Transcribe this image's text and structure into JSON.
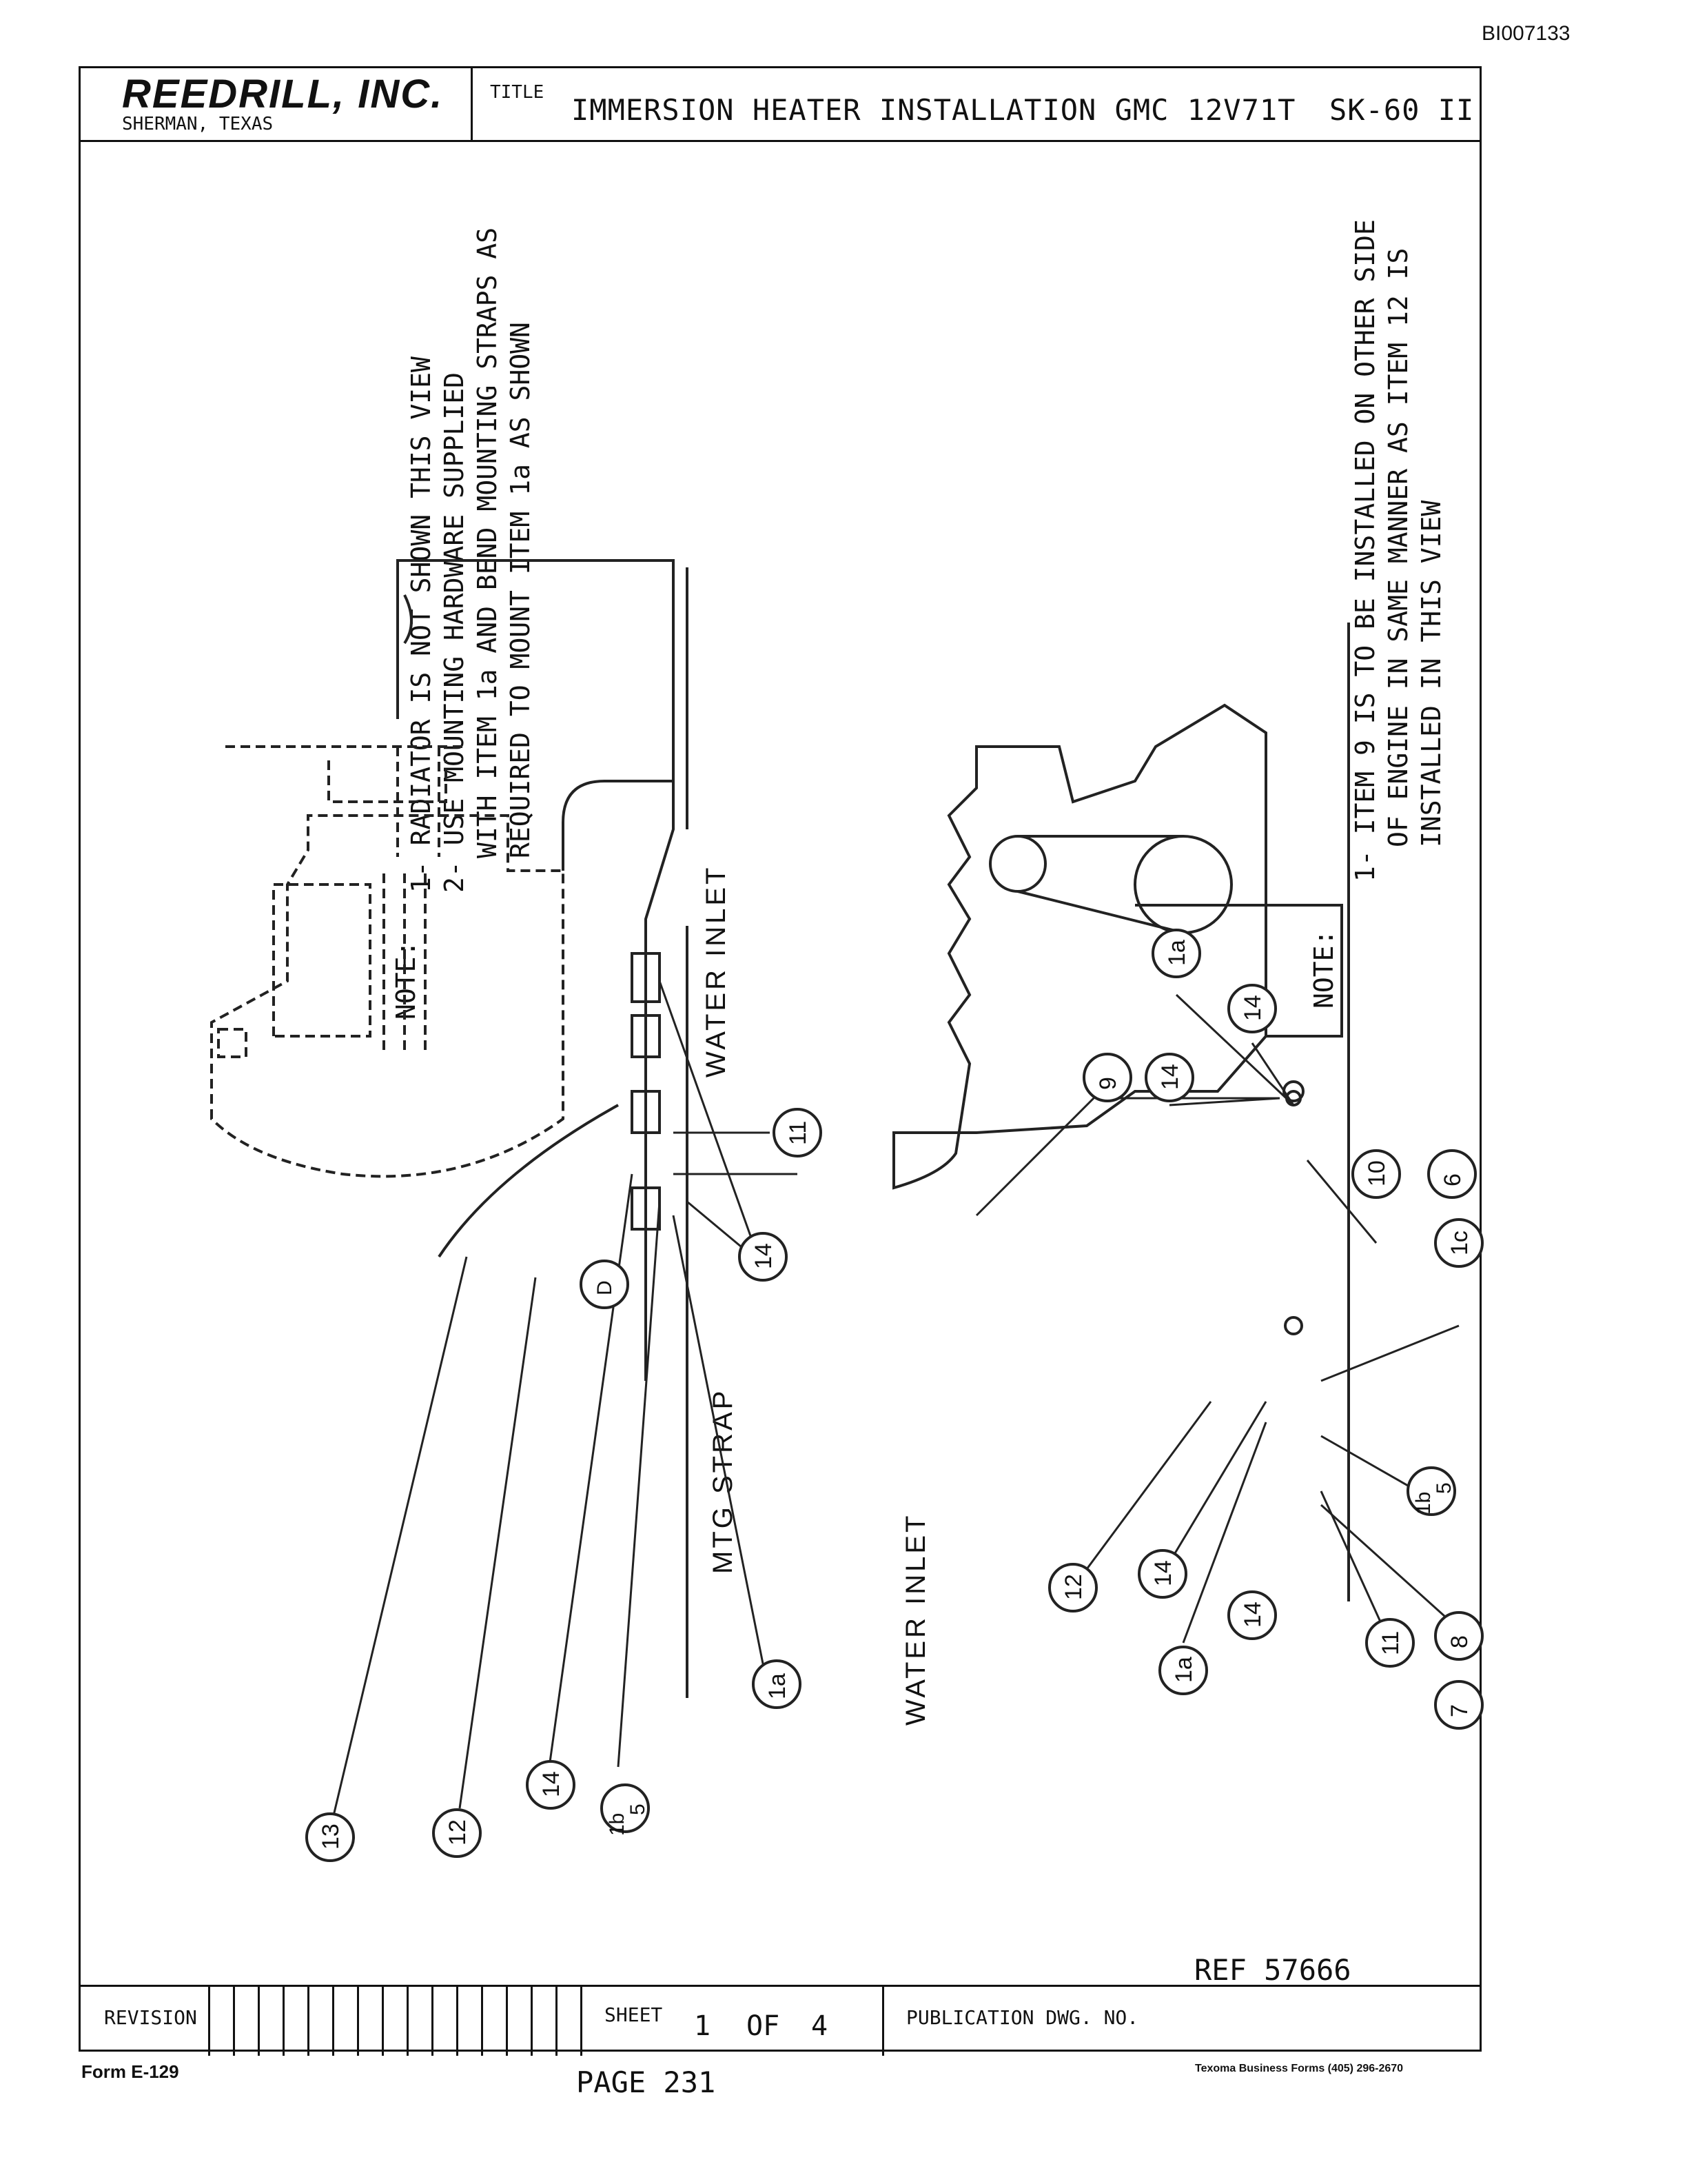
{
  "doc_id": "BI007133",
  "company": {
    "name": "REEDRILL, INC.",
    "location": "SHERMAN, TEXAS"
  },
  "title_block": {
    "label": "TITLE",
    "text": "IMMERSION HEATER INSTALLATION GMC 12V71T",
    "sk": "SK-60 II"
  },
  "notes_left": {
    "heading": "NOTE:",
    "lines": [
      "1- RADIATOR IS NOT SHOWN THIS VIEW",
      "2- USE MOUNTING HARDWARE SUPPLIED",
      "WITH ITEM 1a AND BEND MOUNTING STRAPS AS",
      "REQUIRED TO MOUNT ITEM 1a AS SHOWN"
    ]
  },
  "notes_right": {
    "heading": "NOTE:",
    "lines": [
      "1- ITEM 9 IS TO BE INSTALLED ON OTHER SIDE",
      "OF ENGINE IN SAME MANNER AS ITEM 12 IS",
      "INSTALLED IN THIS VIEW"
    ]
  },
  "left_view_labels": {
    "water_inlet": "WATER INLET",
    "mtg_strap": "MTG STRAP"
  },
  "right_view_labels": {
    "water_inlet": "WATER INLET"
  },
  "callouts_left": [
    "13",
    "12",
    "14",
    "1b",
    "5",
    "1a",
    "14",
    "11",
    "D"
  ],
  "callouts_right": [
    "1a",
    "14",
    "14",
    "9",
    "10",
    "6",
    "1c",
    "1b",
    "5",
    "11",
    "8",
    "7",
    "14",
    "14",
    "1a",
    "12"
  ],
  "ref": "REF 57666",
  "bottom": {
    "revision_label": "REVISION",
    "sheet_label": "SHEET",
    "sheet_number": "1",
    "sheet_of": "OF",
    "sheet_total": "4",
    "publication_label": "PUBLICATION DWG. NO."
  },
  "footer": {
    "form": "Form E-129",
    "page": "PAGE 231",
    "printer": "Texoma Business Forms (405) 296-2670"
  }
}
